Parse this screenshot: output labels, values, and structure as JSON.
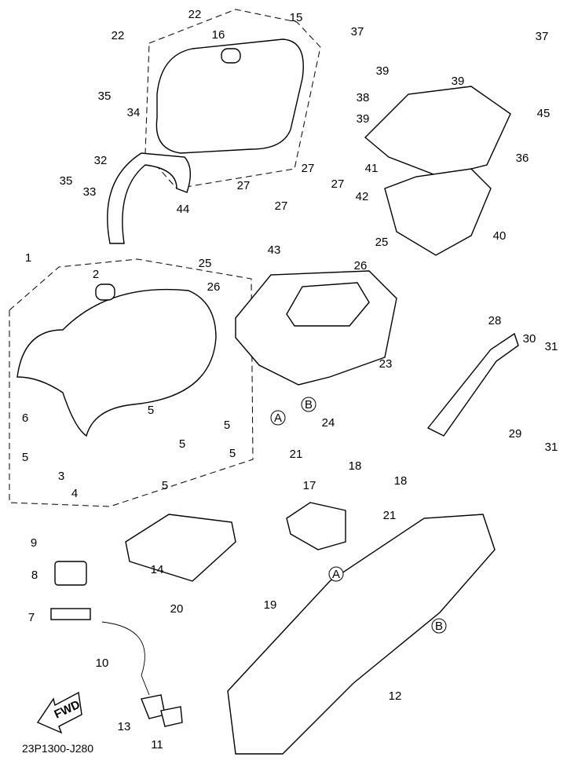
{
  "diagram": {
    "drawing_code": "23P1300-J280",
    "fwd_label": "FWD",
    "callouts": [
      "22",
      "22",
      "15",
      "16",
      "37",
      "37",
      "35",
      "34",
      "39",
      "39",
      "38",
      "39",
      "45",
      "36",
      "32",
      "35",
      "33",
      "27",
      "27",
      "27",
      "27",
      "41",
      "42",
      "40",
      "44",
      "25",
      "26",
      "43",
      "25",
      "26",
      "1",
      "2",
      "28",
      "30",
      "31",
      "23",
      "6",
      "5",
      "5",
      "5",
      "5",
      "5",
      "5",
      "24",
      "29",
      "31",
      "3",
      "4",
      "21",
      "18",
      "18",
      "17",
      "21",
      "9",
      "8",
      "14",
      "7",
      "20",
      "19",
      "10",
      "12",
      "13",
      "11"
    ],
    "reference_marks": [
      "A",
      "B",
      "A",
      "B"
    ]
  }
}
